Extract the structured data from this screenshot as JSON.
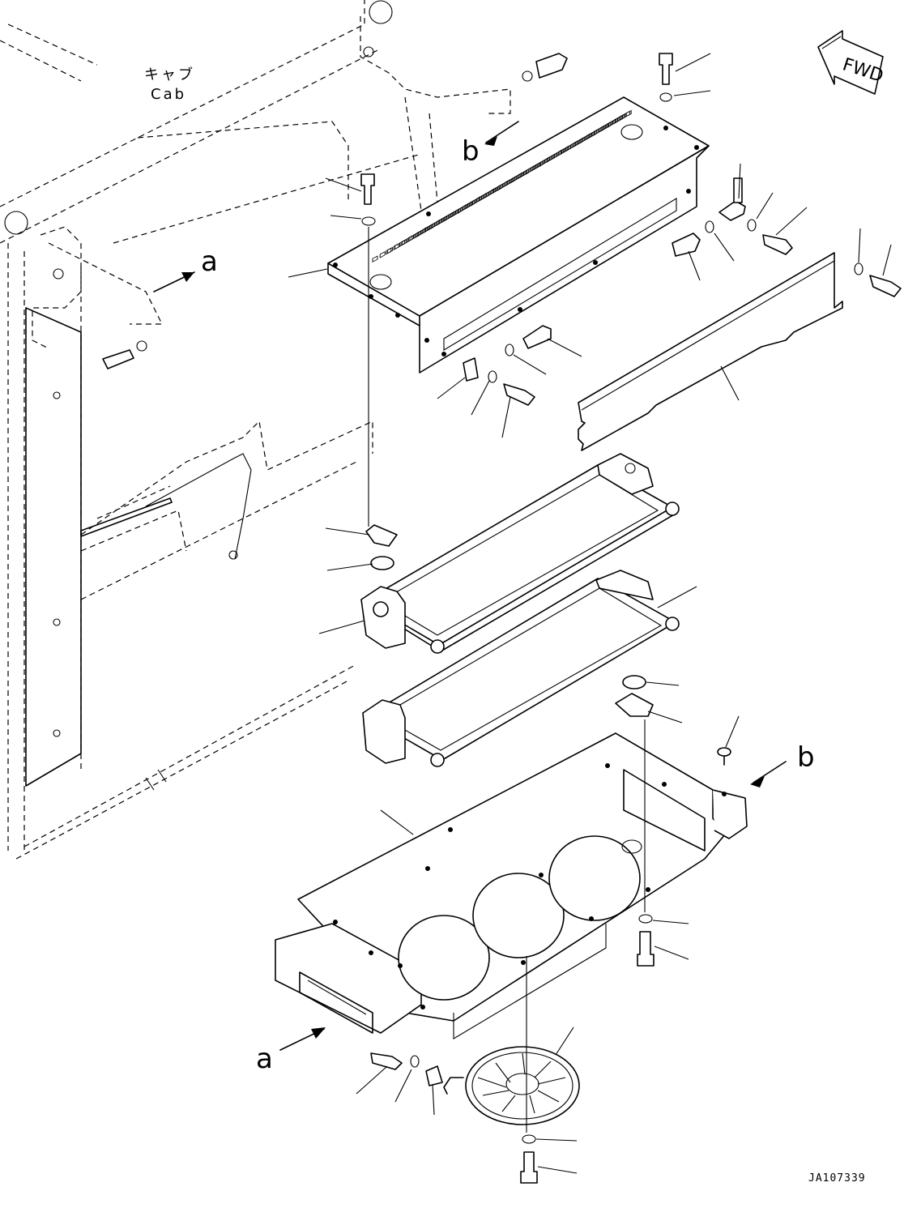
{
  "labels": {
    "cab_jp": "キャブ",
    "cab_en": "Cab",
    "fwd": "FWD",
    "view_a_top": "a",
    "view_a_bottom": "a",
    "view_b_top": "b",
    "view_b_right": "b",
    "drawing_code": "JA107339"
  }
}
